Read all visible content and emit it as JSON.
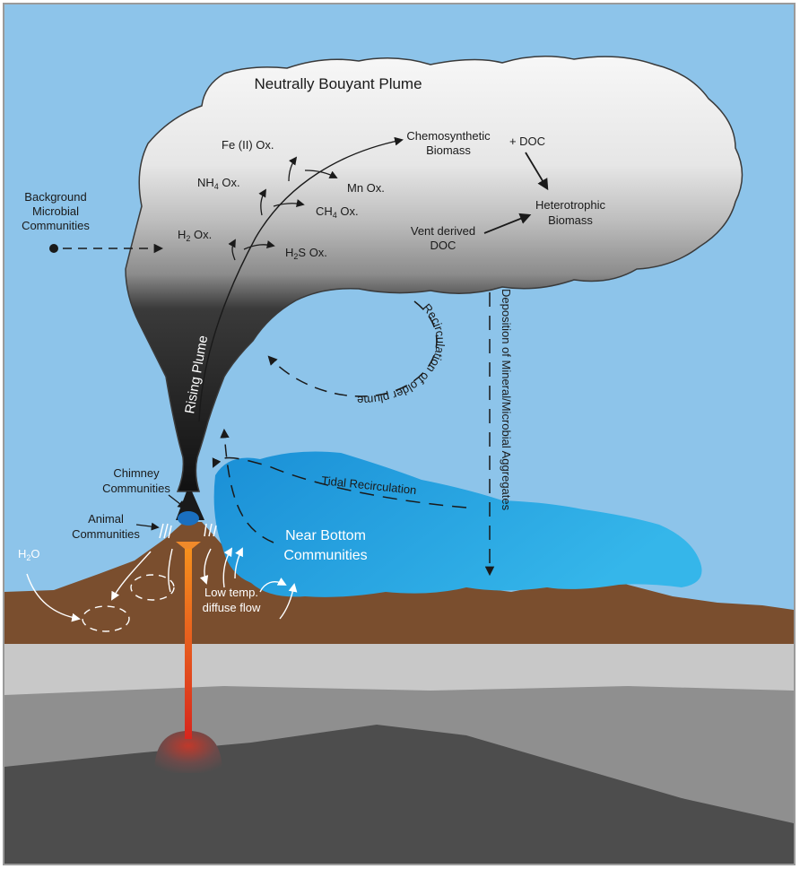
{
  "labels": {
    "neutral_plume": "Neutrally Bouyant Plume",
    "chemosynthetic_1": "Chemosynthetic",
    "chemosynthetic_2": "Biomass",
    "plus_doc": "+ DOC",
    "heterotrophic_1": "Heterotrophic",
    "heterotrophic_2": "Biomass",
    "vent_doc_1": "Vent derived",
    "vent_doc_2": "DOC",
    "fe_ox": "Fe (II) Ox.",
    "nh4_a": "NH",
    "nh4_sub": "4",
    "nh4_b": " Ox.",
    "mn_ox": "Mn Ox.",
    "ch4_a": "CH",
    "ch4_sub": "4",
    "ch4_b": " Ox.",
    "h2_a": "H",
    "h2_sub": "2",
    "h2_b": " Ox.",
    "h2s_a": "H",
    "h2s_sub": "2",
    "h2s_b": "S Ox.",
    "background_1": "Background",
    "background_2": "Microbial",
    "background_3": "Communities",
    "rising_plume": "Rising Plume",
    "recirculation": "Recirculation of older plume",
    "deposition": "Deposition of Mineral/Microbial Aggregates",
    "tidal": "Tidal Recirculation",
    "near_bottom_1": "Near Bottom",
    "near_bottom_2": "Communities",
    "chimney_1": "Chimney",
    "chimney_2": "Communities",
    "animal_1": "Animal",
    "animal_2": "Communities",
    "water_a": "H",
    "water_sub": "2",
    "water_b": "O",
    "low_temp_1": "Low temp.",
    "low_temp_2": "diffuse flow"
  },
  "colors": {
    "sky": "#8dc4ea",
    "seafloor": "#7a4e2e",
    "crust_light": "#c9c9c9",
    "crust_dark": "#8a8a8a",
    "magma": "#4d4d4d",
    "near_bottom": "#2aa9e3",
    "conduit": "#f08a2a"
  }
}
